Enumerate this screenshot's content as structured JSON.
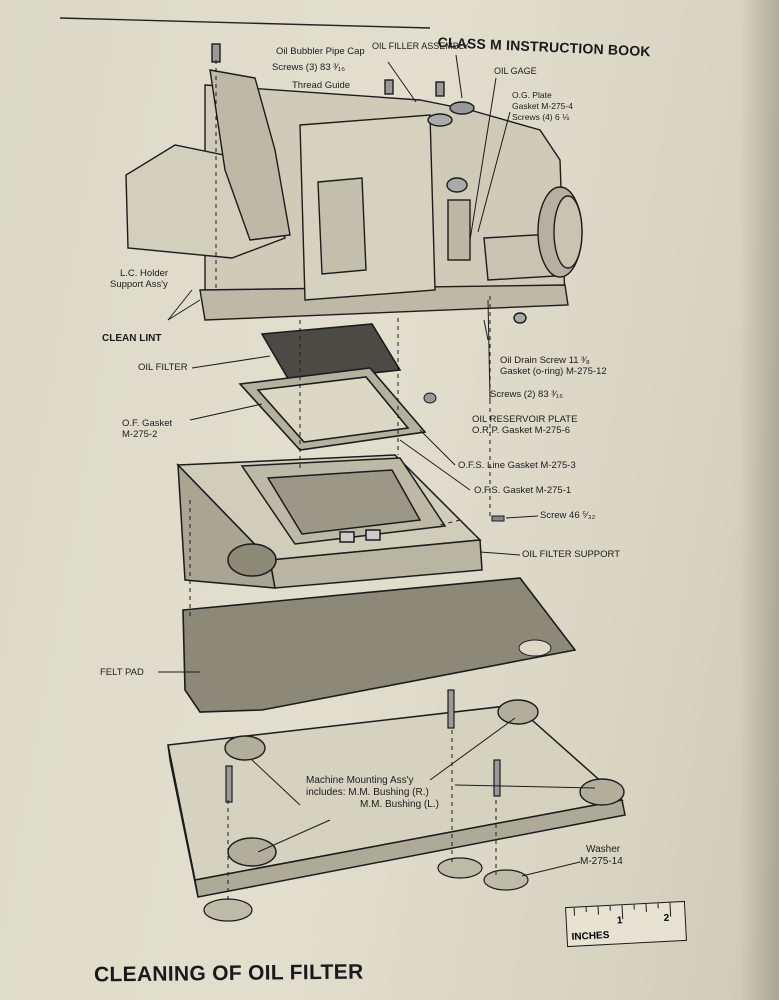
{
  "header": {
    "title": "CLASS M INSTRUCTION BOOK"
  },
  "labels": {
    "oil_bubbler_pipe_cap": "Oil Bubbler Pipe Cap",
    "oil_filler_assembly": "OIL FILLER ASSEMBLY",
    "screws_3": "Screws (3) 83 ³⁄₁₆",
    "thread_guide": "Thread Guide",
    "oil_gage": "OIL GAGE",
    "og_plate": "O.G. Plate",
    "og_plate_gasket": "Gasket M-275-4",
    "og_plate_screws": "Screws (4) 6 ⅛",
    "lc_holder": "L.C. Holder",
    "lc_holder_support": "Support Ass'y",
    "clean_lint": "CLEAN  LINT",
    "oil_filter": "OIL FILTER",
    "oil_drain_screw": "Oil Drain Screw 11 ³⁄₈",
    "oil_drain_gasket": "Gasket (o-ring) M-275-12",
    "screws_2": "Screws (2) 83 ³⁄₁₆",
    "oil_reservoir_plate": "OIL RESERVOIR PLATE",
    "orp_gasket": "O.R.P. Gasket M-275-6",
    "of_gasket": "O.F. Gasket",
    "of_gasket_part": "M-275-2",
    "ofs_line_gasket": "O.F.S. Line Gasket M-275-3",
    "ofs_gasket": "O.F.S. Gasket M-275-1",
    "screw_46": "Screw 46 ⁵⁄₃₂",
    "oil_filter_support": "OIL FILTER SUPPORT",
    "felt_pad": "FELT PAD",
    "machine_mounting": "Machine Mounting Ass'y",
    "mm_includes": "includes: M.M. Bushing (R.)",
    "mm_bushing_l": "M.M. Bushing  (L.)",
    "washer": "Washer",
    "washer_part": "M-275-14"
  },
  "ruler": {
    "label": "INCHES",
    "mark_one": "1",
    "mark_two": "2"
  },
  "caption": "CLEANING OF OIL FILTER"
}
